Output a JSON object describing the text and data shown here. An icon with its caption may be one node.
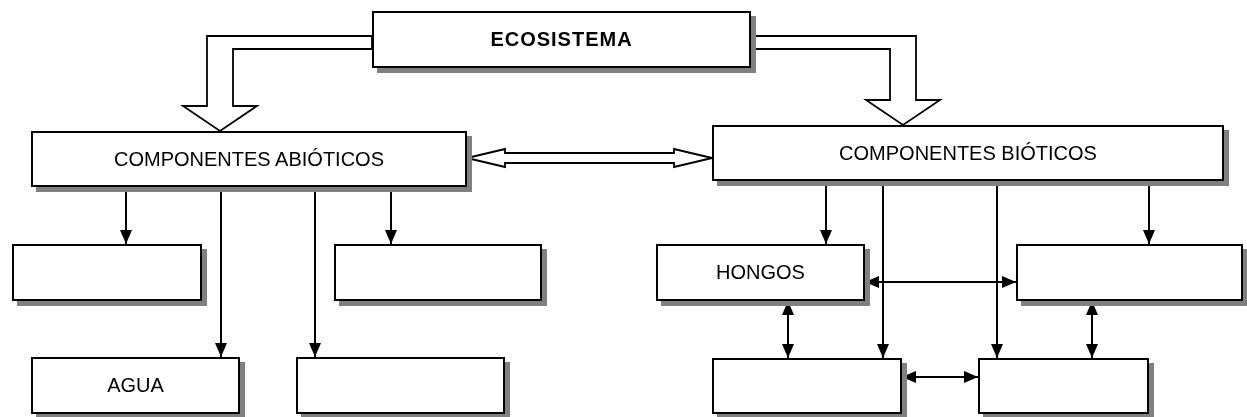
{
  "diagram": {
    "nodes": [
      {
        "text": [
          "ECOSISTEMA"
        ]
      },
      {
        "text": [
          "COMPONENTES ABIÓTICOS"
        ]
      },
      {
        "text": [
          "COMPONENTES BIÓTICOS"
        ]
      },
      {
        "text": [],
        "shape": "box"
      },
      {
        "text": [],
        "shape": "box"
      },
      {
        "text": [
          "HONGOS"
        ]
      },
      {
        "text": [],
        "shape": "box"
      },
      {
        "text": [
          "AGUA"
        ]
      },
      {
        "text": [],
        "shape": "box"
      },
      {
        "text": [],
        "shape": "box"
      },
      {
        "text": [],
        "shape": "box"
      }
    ],
    "edges": [
      {
        "from": 0,
        "to": 1,
        "arrow": "to",
        "style": "thick"
      },
      {
        "from": 0,
        "to": 2,
        "arrow": "to",
        "style": "thick"
      },
      {
        "from": 1,
        "to": 2,
        "arrow": "both",
        "style": "thick"
      },
      {
        "from": 1,
        "to": 3,
        "arrow": "to"
      },
      {
        "from": 1,
        "to": 7,
        "arrow": "to"
      },
      {
        "from": 1,
        "to": 8,
        "arrow": "to"
      },
      {
        "from": 1,
        "to": 4,
        "arrow": "to"
      },
      {
        "from": 2,
        "to": 5,
        "arrow": "to"
      },
      {
        "from": 2,
        "to": 9,
        "arrow": "to"
      },
      {
        "from": 2,
        "to": 10,
        "arrow": "to"
      },
      {
        "from": 2,
        "to": 6,
        "arrow": "to"
      },
      {
        "from": 5,
        "to": 6,
        "arrow": "both"
      },
      {
        "from": 5,
        "to": 9,
        "arrow": "both"
      },
      {
        "from": 6,
        "to": 10,
        "arrow": "both"
      },
      {
        "from": 9,
        "to": 10,
        "arrow": "both"
      }
    ]
  }
}
